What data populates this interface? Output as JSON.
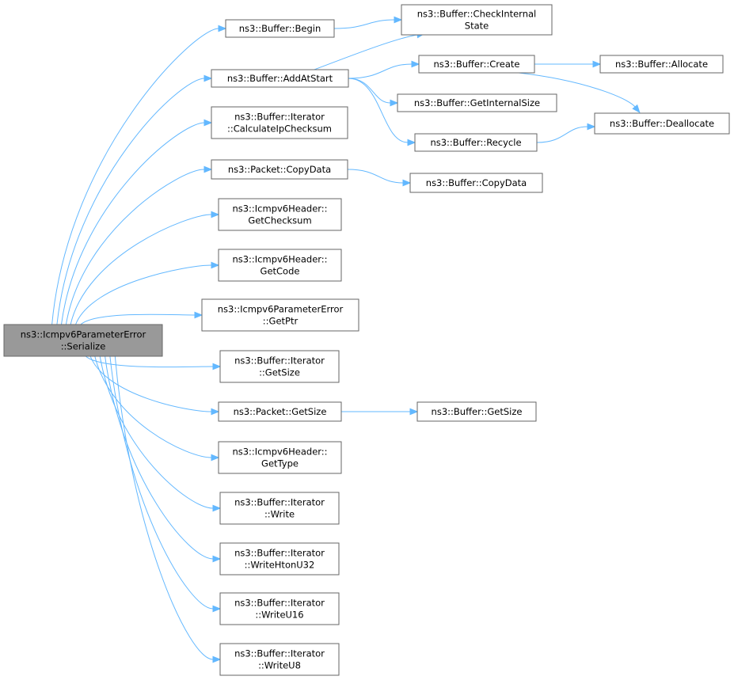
{
  "graph": {
    "root": {
      "id": "serialize",
      "lines": [
        "ns3::Icmpv6ParameterError",
        "::Serialize"
      ]
    },
    "nodes": [
      {
        "id": "begin",
        "lines": [
          "ns3::Buffer::Begin"
        ]
      },
      {
        "id": "checkinternal",
        "lines": [
          "ns3::Buffer::CheckInternal",
          "State"
        ]
      },
      {
        "id": "addatstart",
        "lines": [
          "ns3::Buffer::AddAtStart"
        ]
      },
      {
        "id": "create",
        "lines": [
          "ns3::Buffer::Create"
        ]
      },
      {
        "id": "allocate",
        "lines": [
          "ns3::Buffer::Allocate"
        ]
      },
      {
        "id": "getinternalsize",
        "lines": [
          "ns3::Buffer::GetInternalSize"
        ]
      },
      {
        "id": "deallocate",
        "lines": [
          "ns3::Buffer::Deallocate"
        ]
      },
      {
        "id": "recycle",
        "lines": [
          "ns3::Buffer::Recycle"
        ]
      },
      {
        "id": "calcipchecksum",
        "lines": [
          "ns3::Buffer::Iterator",
          "::CalculateIpChecksum"
        ]
      },
      {
        "id": "packetcopydata",
        "lines": [
          "ns3::Packet::CopyData"
        ]
      },
      {
        "id": "buffercopydata",
        "lines": [
          "ns3::Buffer::CopyData"
        ]
      },
      {
        "id": "getchecksum",
        "lines": [
          "ns3::Icmpv6Header::",
          "GetChecksum"
        ]
      },
      {
        "id": "getcode",
        "lines": [
          "ns3::Icmpv6Header::",
          "GetCode"
        ]
      },
      {
        "id": "getptr",
        "lines": [
          "ns3::Icmpv6ParameterError",
          "::GetPtr"
        ]
      },
      {
        "id": "itergetsize",
        "lines": [
          "ns3::Buffer::Iterator",
          "::GetSize"
        ]
      },
      {
        "id": "packetgetsize",
        "lines": [
          "ns3::Packet::GetSize"
        ]
      },
      {
        "id": "buffergetsize",
        "lines": [
          "ns3::Buffer::GetSize"
        ]
      },
      {
        "id": "gettype",
        "lines": [
          "ns3::Icmpv6Header::",
          "GetType"
        ]
      },
      {
        "id": "write",
        "lines": [
          "ns3::Buffer::Iterator",
          "::Write"
        ]
      },
      {
        "id": "writehtonu32",
        "lines": [
          "ns3::Buffer::Iterator",
          "::WriteHtonU32"
        ]
      },
      {
        "id": "writeu16",
        "lines": [
          "ns3::Buffer::Iterator",
          "::WriteU16"
        ]
      },
      {
        "id": "writeu8",
        "lines": [
          "ns3::Buffer::Iterator",
          "::WriteU8"
        ]
      }
    ],
    "edges": [
      [
        "serialize",
        "begin"
      ],
      [
        "serialize",
        "addatstart"
      ],
      [
        "serialize",
        "calcipchecksum"
      ],
      [
        "serialize",
        "packetcopydata"
      ],
      [
        "serialize",
        "getchecksum"
      ],
      [
        "serialize",
        "getcode"
      ],
      [
        "serialize",
        "getptr"
      ],
      [
        "serialize",
        "itergetsize"
      ],
      [
        "serialize",
        "packetgetsize"
      ],
      [
        "serialize",
        "gettype"
      ],
      [
        "serialize",
        "write"
      ],
      [
        "serialize",
        "writehtonu32"
      ],
      [
        "serialize",
        "writeu16"
      ],
      [
        "serialize",
        "writeu8"
      ],
      [
        "begin",
        "checkinternal"
      ],
      [
        "addatstart",
        "checkinternal"
      ],
      [
        "addatstart",
        "create"
      ],
      [
        "addatstart",
        "getinternalsize"
      ],
      [
        "addatstart",
        "recycle"
      ],
      [
        "create",
        "allocate"
      ],
      [
        "create",
        "deallocate"
      ],
      [
        "recycle",
        "deallocate"
      ],
      [
        "packetcopydata",
        "buffercopydata"
      ],
      [
        "packetgetsize",
        "buffergetsize"
      ]
    ],
    "colors": {
      "edge": "#63b8ff",
      "root_fill": "#999999",
      "node_border": "#666666"
    }
  }
}
